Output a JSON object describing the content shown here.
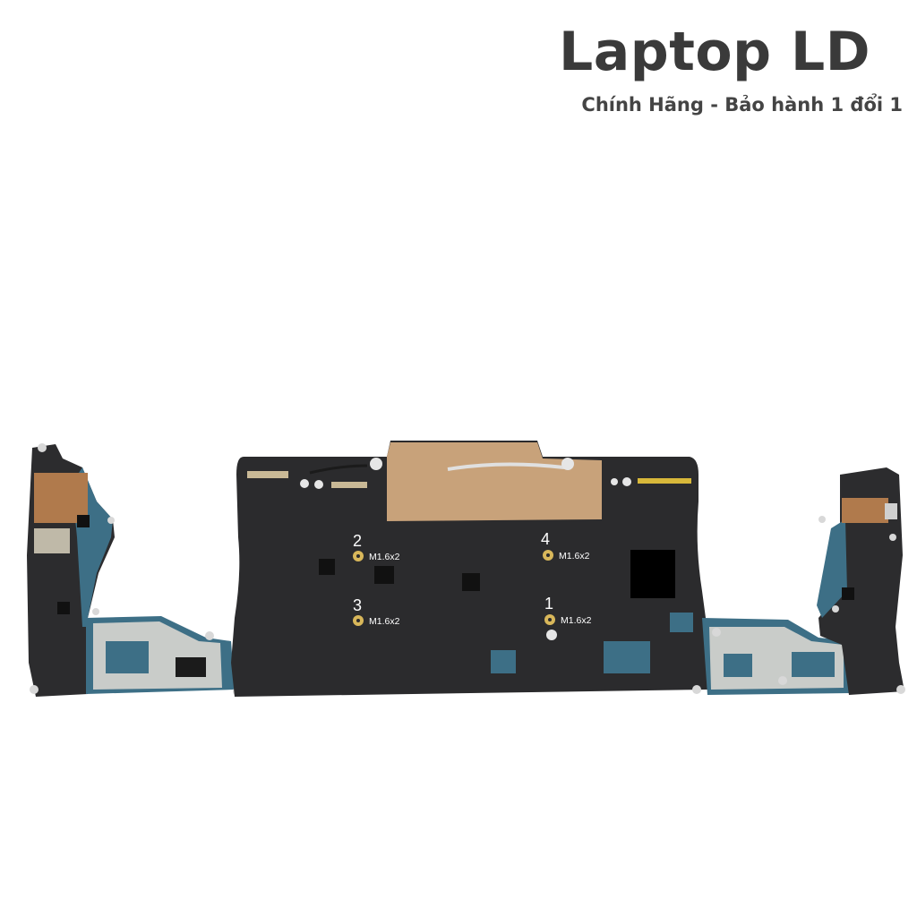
{
  "brand": {
    "title": "Laptop LD",
    "subtitle": "Chính Hãng - Bảo hành 1 đổi 1"
  },
  "board": {
    "screws": [
      {
        "number": "2",
        "size": "M1.6x2"
      },
      {
        "number": "4",
        "size": "M1.6x2"
      },
      {
        "number": "3",
        "size": "M1.6x2"
      },
      {
        "number": "1",
        "size": "M1.6x2"
      }
    ]
  },
  "colors": {
    "board_black": "#2b2b2d",
    "copper_tape": "#c8a27a",
    "pcb_blue": "#3d6f86",
    "heatsink_silver": "#c9ccc9",
    "screw_brass": "#d8b75a"
  }
}
